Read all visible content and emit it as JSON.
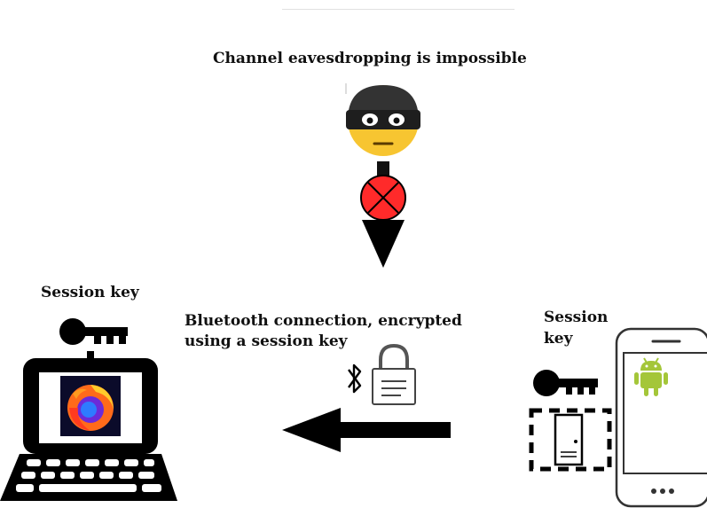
{
  "diagram": {
    "title": "Channel eavesdropping is impossible",
    "left_device": {
      "label": "Session key"
    },
    "connection": {
      "line1": "Bluetooth connection, encrypted",
      "line2": "using a session key"
    },
    "right_device": {
      "label_line1": "Session",
      "label_line2": "key"
    }
  }
}
